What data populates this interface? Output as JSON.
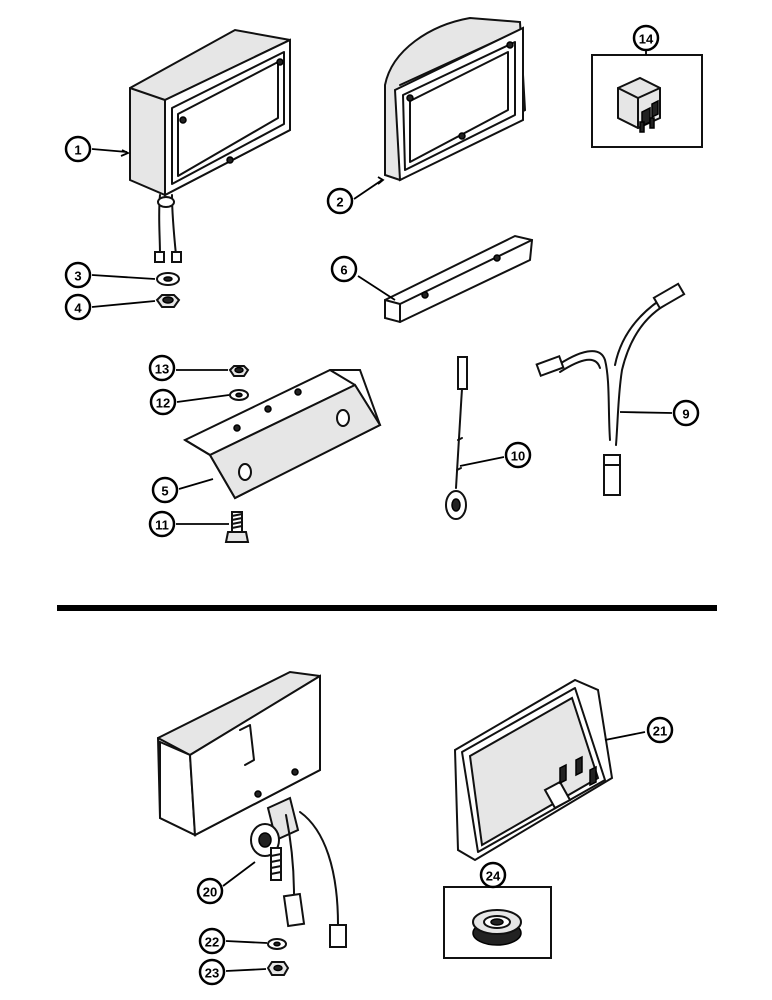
{
  "callouts": [
    {
      "id": "callout-1",
      "label": "1"
    },
    {
      "id": "callout-2",
      "label": "2"
    },
    {
      "id": "callout-3",
      "label": "3"
    },
    {
      "id": "callout-4",
      "label": "4"
    },
    {
      "id": "callout-5",
      "label": "5"
    },
    {
      "id": "callout-6",
      "label": "6"
    },
    {
      "id": "callout-9",
      "label": "9"
    },
    {
      "id": "callout-10",
      "label": "10"
    },
    {
      "id": "callout-11",
      "label": "11"
    },
    {
      "id": "callout-12",
      "label": "12"
    },
    {
      "id": "callout-13",
      "label": "13"
    },
    {
      "id": "callout-14",
      "label": "14"
    },
    {
      "id": "callout-20",
      "label": "20"
    },
    {
      "id": "callout-21",
      "label": "21"
    },
    {
      "id": "callout-22",
      "label": "22"
    },
    {
      "id": "callout-23",
      "label": "23"
    },
    {
      "id": "callout-24",
      "label": "24"
    }
  ]
}
